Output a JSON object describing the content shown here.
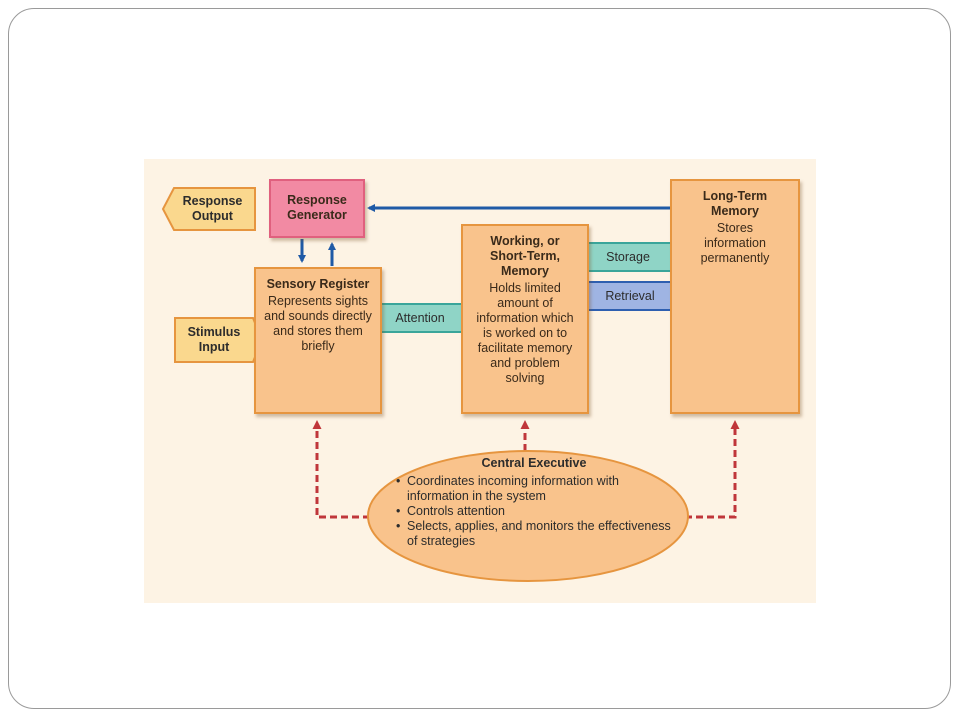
{
  "diagram": {
    "response_output": {
      "label": "Response Output"
    },
    "response_generator": {
      "label": "Response Generator"
    },
    "stimulus_input": {
      "label": "Stimulus Input"
    },
    "sensory_register": {
      "title": "Sensory Register",
      "description": "Represents sights and sounds directly and stores them briefly"
    },
    "attention": {
      "label": "Attention"
    },
    "working_memory": {
      "title": "Working, or Short-Term, Memory",
      "description": "Holds limited amount of information which is worked on to facilitate memory and problem solving"
    },
    "storage": {
      "label": "Storage"
    },
    "retrieval": {
      "label": "Retrieval"
    },
    "long_term_memory": {
      "title": "Long-Term Memory",
      "description": "Stores information permanently"
    },
    "central_executive": {
      "title": "Central Executive",
      "items": [
        "Coordinates incoming information with information in the system",
        "Controls attention",
        "Selects, applies, and monitors the effectiveness of strategies"
      ]
    }
  },
  "colors": {
    "box_fill": "#f9c38c",
    "box_border": "#e6953f",
    "response_generator_fill": "#f28aa3",
    "input_output_fill": "#fad88e",
    "attention_storage_fill": "#8fd4c6",
    "retrieval_fill": "#9fb4e3",
    "solid_arrow": "#1f5aa6",
    "dashed_arrow": "#c0363a"
  }
}
